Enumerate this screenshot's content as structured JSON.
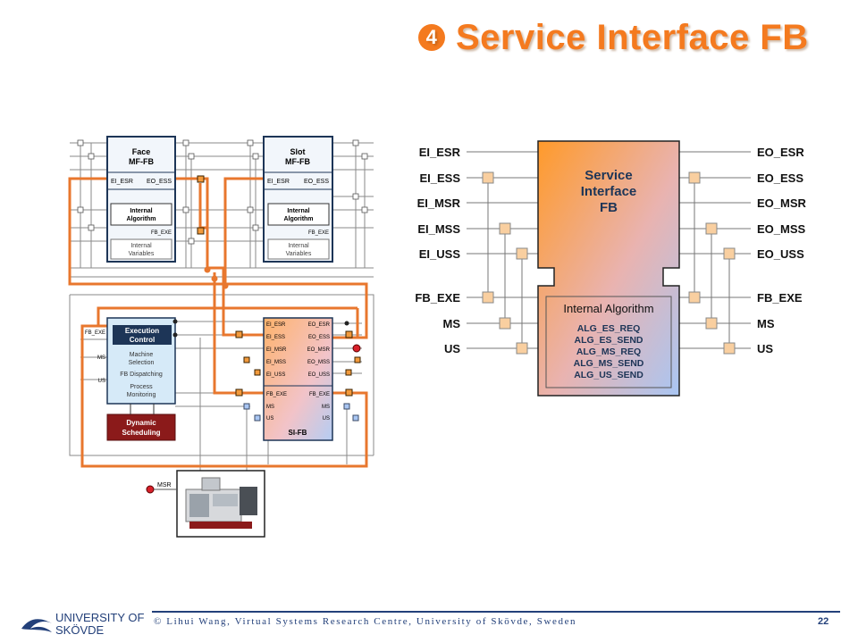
{
  "slide": {
    "number_badge": "4",
    "title": "Service Interface FB",
    "footer": "© Lihui Wang, Virtual Systems Research Centre, University of Skövde, Sweden",
    "page": "22",
    "logo_line1": "UNIVERSITY OF",
    "logo_line2": "SKÖVDE"
  },
  "left_diagram": {
    "face_fb": {
      "title1": "Face",
      "title2": "MF-FB",
      "in_label": "EI_ESR",
      "out_label": "EO_ESS",
      "algo1": "Internal",
      "algo2": "Algorithm",
      "fb_exe": "FB_EXE",
      "vars1": "Internal",
      "vars2": "Variables"
    },
    "slot_fb": {
      "title1": "Slot",
      "title2": "MF-FB",
      "in_label": "EI_ESR",
      "out_label": "EO_ESS",
      "algo1": "Internal",
      "algo2": "Algorithm",
      "fb_exe": "FB_EXE",
      "vars1": "Internal",
      "vars2": "Variables"
    },
    "exec_control": {
      "title1": "Execution",
      "title2": "Control",
      "items": [
        "Machine",
        "Selection",
        "FB Dispatching",
        "Process",
        "Monitoring"
      ],
      "side_labels": [
        "FB_EXE",
        "MS",
        "US"
      ]
    },
    "dynamic_sched": {
      "line1": "Dynamic",
      "line2": "Scheduling"
    },
    "si_fb": {
      "name": "SI-FB",
      "left_ports": [
        "EI_ESR",
        "EI_ESS",
        "EI_MSR",
        "EI_MSS",
        "EI_USS",
        "FB_EXE",
        "MS",
        "US"
      ],
      "right_ports": [
        "EO_ESR",
        "EO_ESS",
        "EO_MSR",
        "EO_MSS",
        "EO_USS",
        "FB_EXE",
        "MS",
        "US"
      ]
    },
    "machine_label": "MSR"
  },
  "right_diagram": {
    "block_title": [
      "Service",
      "Interface",
      "FB"
    ],
    "algo_title": "Internal Algorithm",
    "algo_items": [
      "ALG_ES_REQ",
      "ALG_ES_SEND",
      "ALG_MS_REQ",
      "ALG_MS_SEND",
      "ALG_US_SEND"
    ],
    "inputs": [
      "EI_ESR",
      "EI_ESS",
      "EI_MSR",
      "EI_MSS",
      "EI_USS",
      "FB_EXE",
      "MS",
      "US"
    ],
    "outputs": [
      "EO_ESR",
      "EO_ESS",
      "EO_MSR",
      "EO_MSS",
      "EO_USS",
      "FB_EXE",
      "MS",
      "US"
    ]
  },
  "colors": {
    "accent": "#f47a1f",
    "navy": "#23407a",
    "dark_red": "#8b1a1a",
    "exec_blue": "#d6eaf8"
  }
}
